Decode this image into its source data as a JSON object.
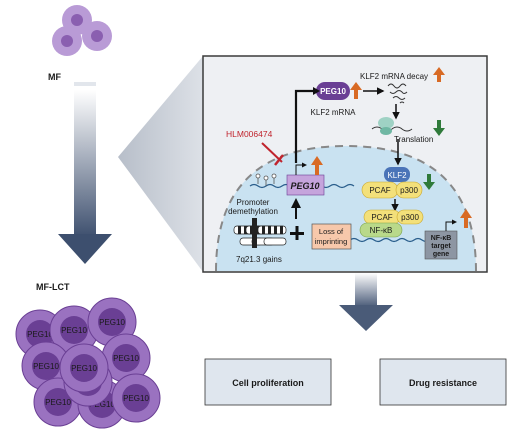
{
  "stages": {
    "top_label": "MF",
    "bottom_label": "MF-LCT",
    "cell_marker": "PEG10"
  },
  "mechanism": {
    "inhibitor": "HLM006474",
    "promoter_text_1": "Promoter",
    "promoter_text_2": "demethylation",
    "peg10_gene": "PEG10",
    "peg10_protein": "PEG10",
    "klf2_mrna": "KLF2 mRNA",
    "klf2_mrna_decay": "KLF2 mRNA decay",
    "translation": "Translation",
    "klf2": "KLF2",
    "pcaf": "PCAF",
    "p300": "p300",
    "nfkb": "NF-κB",
    "target_1": "NF-κB",
    "target_2": "target",
    "target_3": "gene",
    "loss_1": "Loss of",
    "loss_2": "imprinting",
    "chrom_gain": "7q21.3 gains"
  },
  "outcomes": {
    "proliferation": "Cell proliferation",
    "resistance": "Drug resistance"
  },
  "colors": {
    "cell_purple": "#8e63b4",
    "nucleus_purple": "#6a3f94",
    "panel_bg": "#eef0f3",
    "inhibitor_red": "#c0242d",
    "up_orange": "#d86a24",
    "down_green": "#2f7a3a",
    "klf2_blue": "#4a74b8",
    "pcaf_yellow": "#f3e07a",
    "nfkb_green": "#b9d98a",
    "loss_box": "#f7c8ab",
    "outcome_box": "#dfe6ee"
  }
}
